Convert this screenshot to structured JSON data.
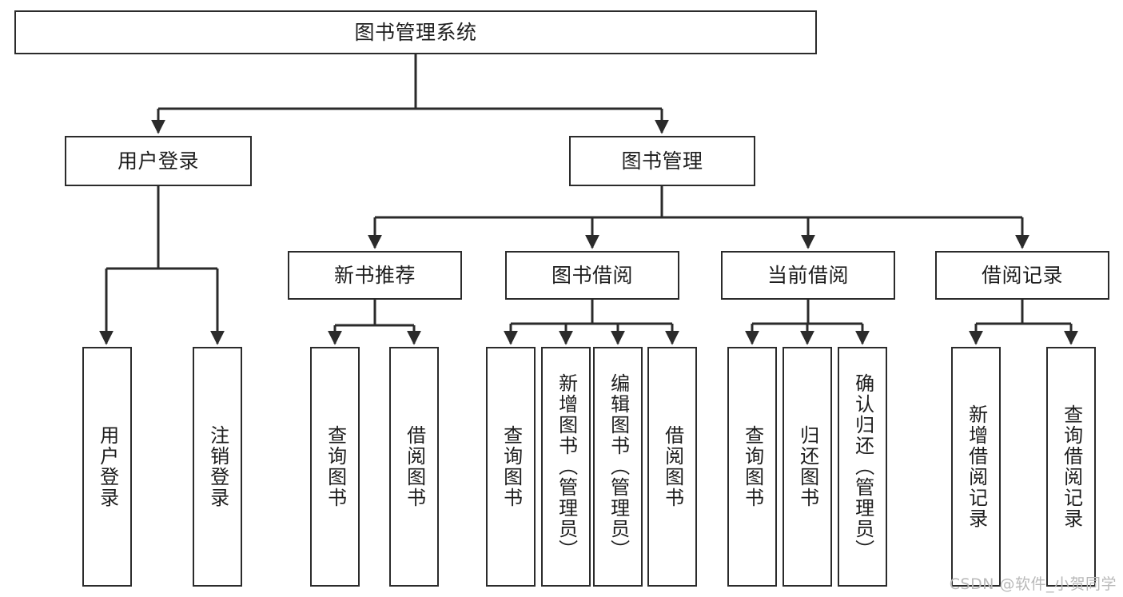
{
  "diagram": {
    "title": "图书管理系统",
    "watermark": "CSDN @软件_小贺同学",
    "stroke_color": "#2b2b2b",
    "text_color": "#1d1d1d",
    "background_color": "#ffffff",
    "watermark_color": "#b9b9b9",
    "root": {
      "label": "图书管理系统"
    },
    "level2": [
      {
        "label": "用户登录"
      },
      {
        "label": "图书管理"
      }
    ],
    "level3": [
      {
        "label": "新书推荐"
      },
      {
        "label": "图书借阅"
      },
      {
        "label": "当前借阅"
      },
      {
        "label": "借阅记录"
      }
    ],
    "leaves": {
      "user_login": [
        {
          "label": "用户登录"
        },
        {
          "label": "注销登录"
        }
      ],
      "new_book": [
        {
          "label": "查询图书"
        },
        {
          "label": "借阅图书"
        }
      ],
      "book_borrow": [
        {
          "label": "查询图书"
        },
        {
          "label": "新增图书（管理员）"
        },
        {
          "label": "编辑图书（管理员）"
        },
        {
          "label": "借阅图书"
        }
      ],
      "current_borrow": [
        {
          "label": "查询图书"
        },
        {
          "label": "归还图书"
        },
        {
          "label": "确认归还（管理员）"
        }
      ],
      "borrow_record": [
        {
          "label": "新增借阅记录"
        },
        {
          "label": "查询借阅记录"
        }
      ]
    }
  }
}
